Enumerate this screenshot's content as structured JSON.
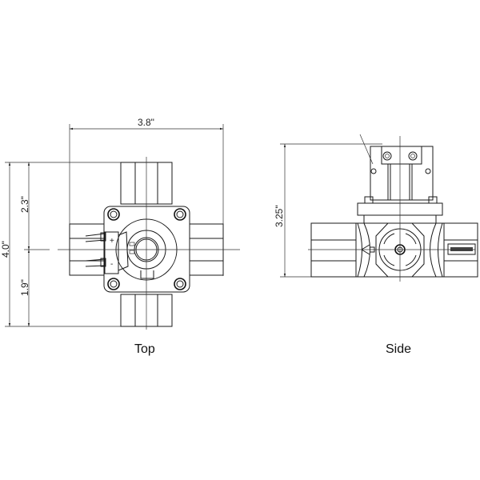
{
  "views": {
    "top": {
      "label": "Top",
      "dimensions": {
        "width": "3.8\"",
        "height_total": "4.0\"",
        "height_upper": "2.3\"",
        "height_lower": "1.9\""
      },
      "terminals": [
        "+",
        "-"
      ]
    },
    "side": {
      "label": "Side",
      "dimensions": {
        "height": "3.25\""
      },
      "flow_arrow": "left-arrow"
    }
  }
}
